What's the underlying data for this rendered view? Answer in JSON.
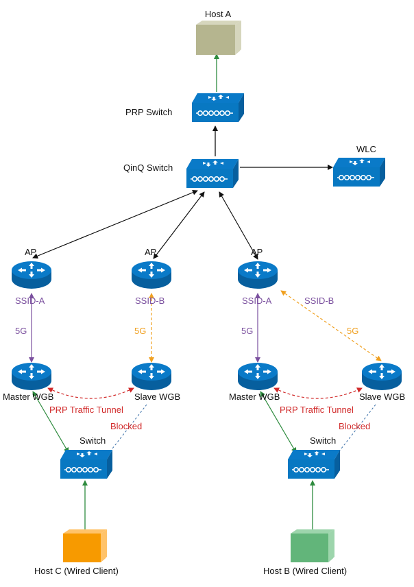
{
  "colors": {
    "black": "#111111",
    "green": "#2e8b3e",
    "purple": "#7a4f9e",
    "orange": "#f0a020",
    "red": "#d12a2a",
    "blue_dash": "#3a6fa8",
    "device_blue": "#0a7ac8",
    "host_a": "#b5b58f",
    "host_c": "#f79a00",
    "host_b": "#62b57a"
  },
  "labels": {
    "host_a": "Host A",
    "prp_switch": "PRP Switch",
    "qinq_switch": "QinQ Switch",
    "wlc": "WLC",
    "ap": "AP",
    "ssid_a": "SSID-A",
    "ssid_b": "SSID-B",
    "band_5g": "5G",
    "master_wgb": "Master WGB",
    "slave_wgb": "Slave WGB",
    "prp_tunnel": "PRP Traffic Tunnel",
    "blocked": "Blocked",
    "switch": "Switch",
    "host_c": "Host C (Wired Client)",
    "host_b": "Host B (Wired Client)"
  },
  "icons": {
    "switch": "network-switch-icon",
    "router": "router-icon",
    "host": "host-box-icon"
  }
}
